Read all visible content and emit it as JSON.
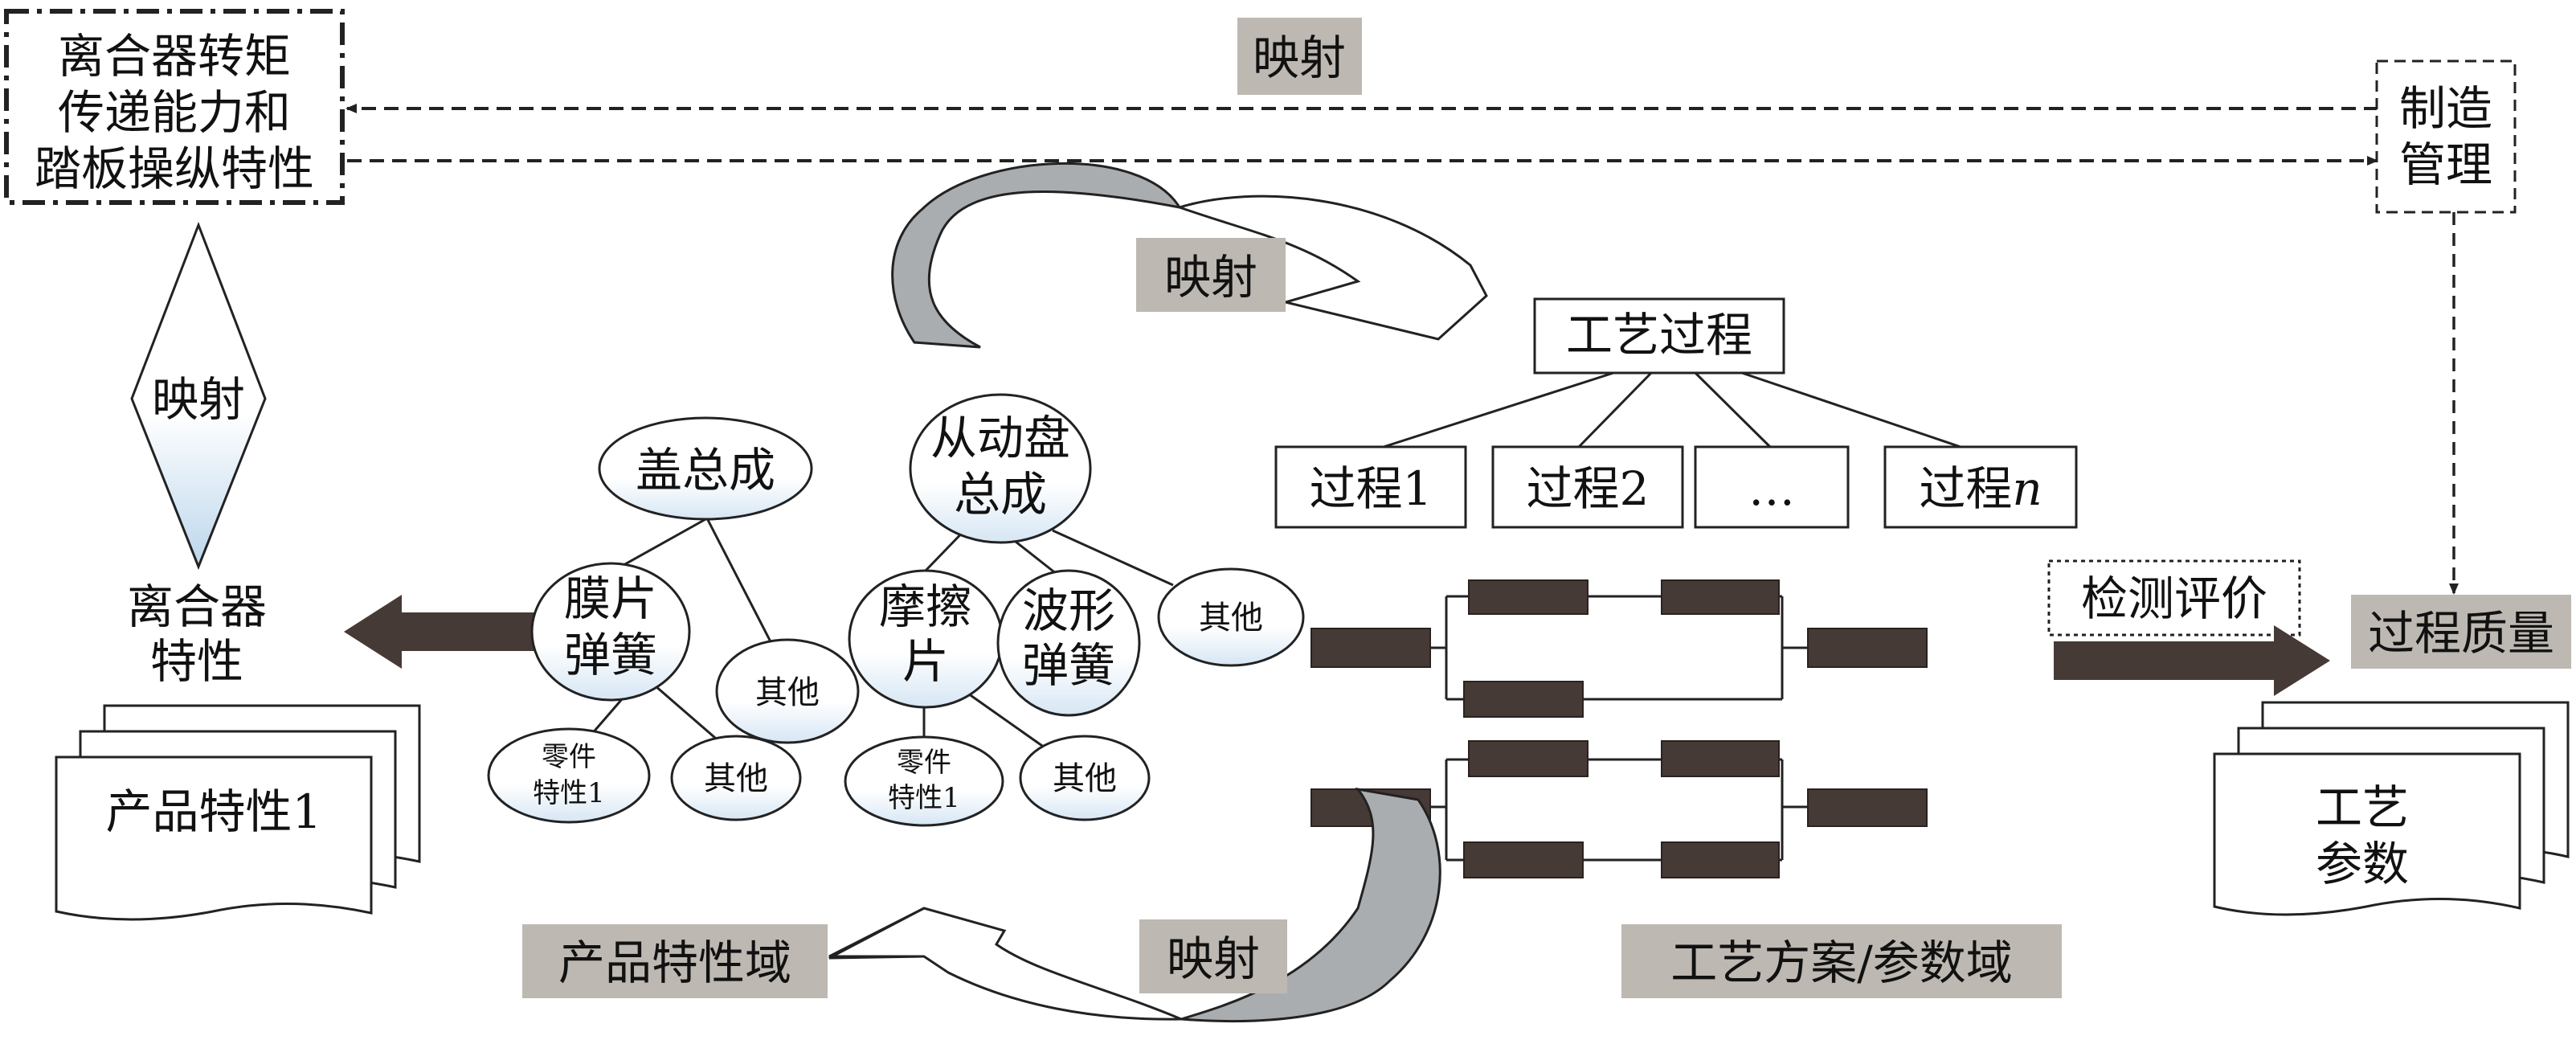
{
  "top_box": {
    "lines": [
      "离合器转矩",
      "传递能力和",
      "踏板操纵特性"
    ]
  },
  "manufacturing_box": {
    "lines": [
      "制造",
      "管理"
    ]
  },
  "mapping_labels": {
    "top": "映射",
    "diamond": "映射",
    "upper_curve": "映射",
    "lower_curve": "映射"
  },
  "clutch_characteristics": {
    "lines": [
      "离合器",
      "特性"
    ]
  },
  "product_doc": {
    "label": "产品特性1"
  },
  "tree_cover": {
    "root": "盖总成",
    "diaphragm": [
      "膜片",
      "弹簧"
    ],
    "other1": "其他",
    "part": [
      "零件",
      "特性1"
    ],
    "other2": "其他"
  },
  "tree_driven": {
    "root": [
      "从动盘",
      "总成"
    ],
    "friction": [
      "摩擦",
      "片"
    ],
    "wave": [
      "波形",
      "弹簧"
    ],
    "other1": "其他",
    "part": [
      "零件",
      "特性1"
    ],
    "other2": "其他"
  },
  "process": {
    "root": "工艺过程",
    "items": [
      {
        "prefix": "过程",
        "suffix": "1",
        "italic": false
      },
      {
        "prefix": "过程",
        "suffix": "2",
        "italic": false
      },
      {
        "prefix": "…",
        "suffix": "",
        "italic": false
      },
      {
        "prefix": "过程",
        "suffix": "n",
        "italic": true
      }
    ]
  },
  "inspection_label": "检测评价",
  "process_quality": "过程质量",
  "process_params_doc": {
    "lines": [
      "工艺",
      "参数"
    ]
  },
  "domain_labels": {
    "product": "产品特性域",
    "process": "工艺方案/参数域"
  },
  "colors": {
    "label_bg": "#bdb8b2",
    "curve_fill": "#a9adb0",
    "dark_arrow": "#463a36",
    "block": "#463a36"
  }
}
